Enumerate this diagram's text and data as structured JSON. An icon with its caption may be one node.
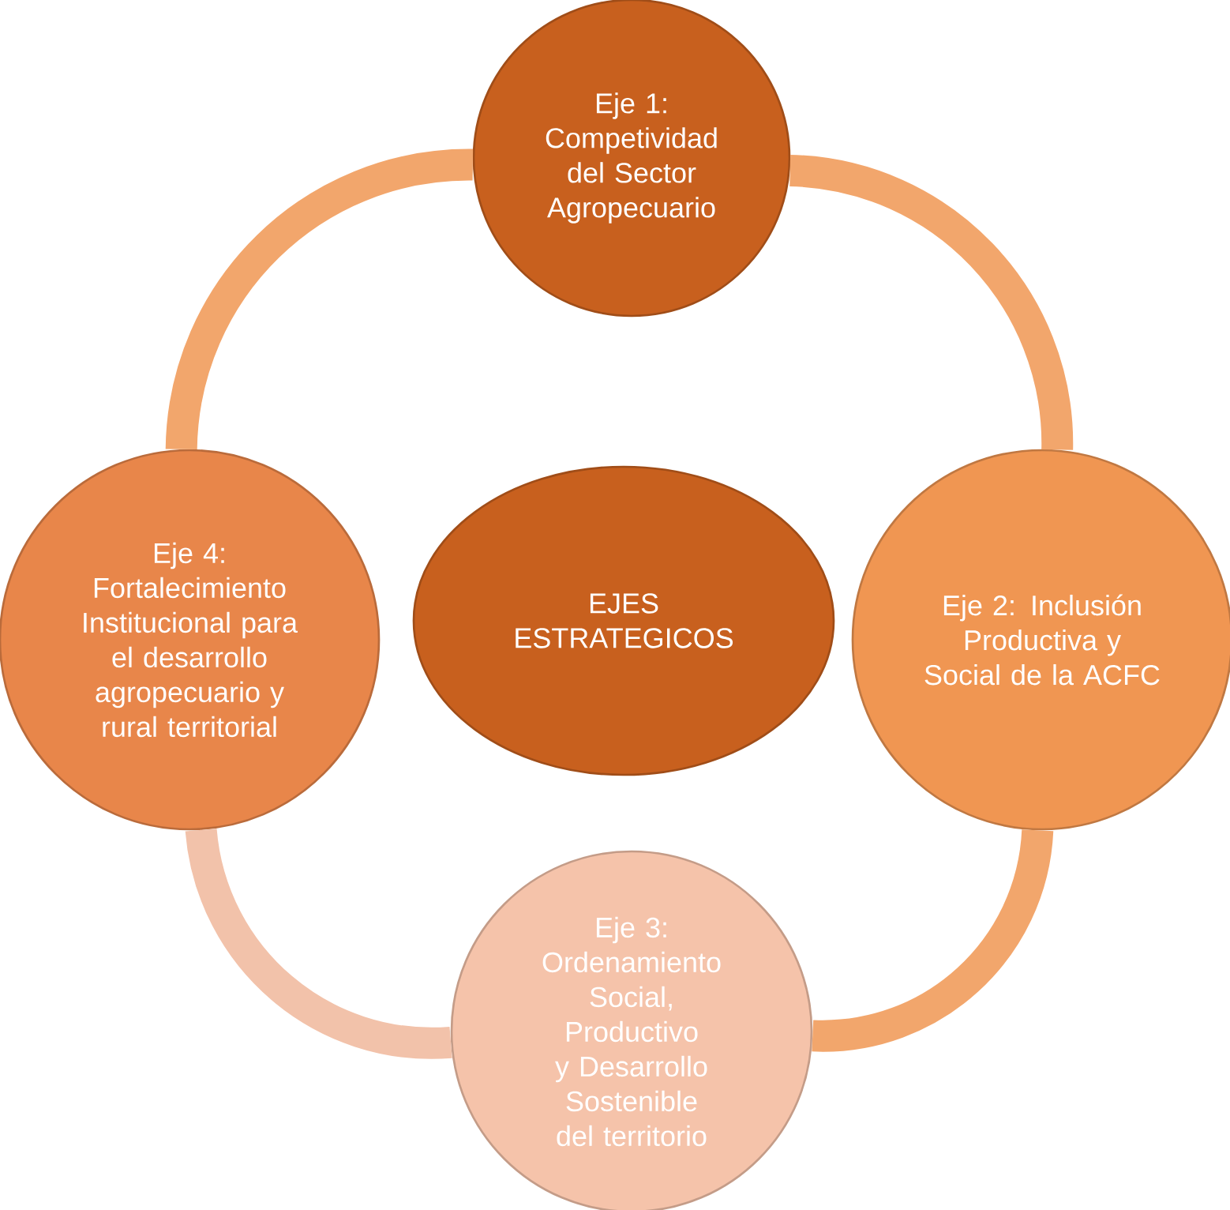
{
  "diagram": {
    "nodes": [
      {
        "text": [
          "Eje 1: Competividad del Sector Agropecuario"
        ]
      },
      {
        "text": [
          "Eje 4: Fortalecimiento Institucional para el desarrollo agropecuario y rural territorial"
        ]
      },
      {
        "text": [
          "EJES ESTRATEGICOS"
        ]
      },
      {
        "text": [
          "Eje 2: Inclusión Productiva y Social de la ACFC"
        ]
      },
      {
        "text": [
          "Eje 3: Ordenamiento Social, Productivo y Desarrollo Sostenible del territorio"
        ]
      }
    ],
    "edges": [
      {
        "from": 0,
        "to": 3,
        "arrow": "none"
      },
      {
        "from": 3,
        "to": 4,
        "arrow": "none"
      },
      {
        "from": 4,
        "to": 1,
        "arrow": "none",
        "color": "#f2c2aa"
      },
      {
        "from": 1,
        "to": 0,
        "arrow": "none"
      }
    ]
  }
}
